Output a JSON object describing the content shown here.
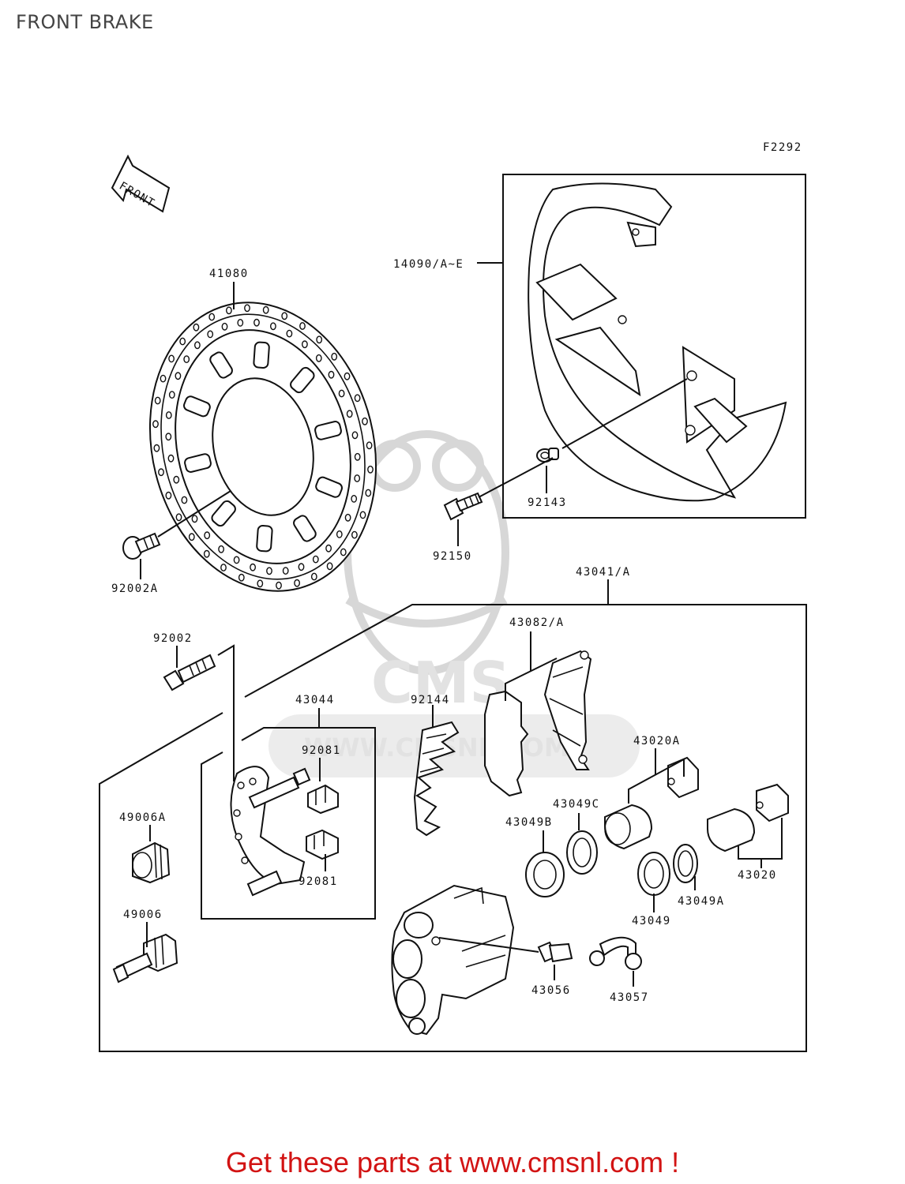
{
  "page": {
    "title": "FRONT BRAKE"
  },
  "diagram": {
    "figure_code": "F2292",
    "front_arrow_text": "FRONT",
    "watermark_text": "CMS",
    "watermark_url": "WWW.CMSNL.COM",
    "callouts": {
      "c14090": "14090/A~E",
      "c41080": "41080",
      "c92143": "92143",
      "c92150": "92150",
      "c92002A": "92002A",
      "c43041": "43041/A",
      "c92002": "92002",
      "c43082": "43082/A",
      "c43044": "43044",
      "c92144": "92144",
      "c92081a": "92081",
      "c92081b": "92081",
      "c43020A": "43020A",
      "c43049C": "43049C",
      "c43049B": "43049B",
      "c49006A": "49006A",
      "c43020": "43020",
      "c43049A": "43049A",
      "c43049": "43049",
      "c49006": "49006",
      "c43056": "43056",
      "c43057": "43057"
    }
  },
  "footer": {
    "promo_text": "Get these parts at www.cmsnl.com !"
  },
  "colors": {
    "promo": "#d21313",
    "line": "#111111",
    "watermark": "#d7d7d7"
  }
}
